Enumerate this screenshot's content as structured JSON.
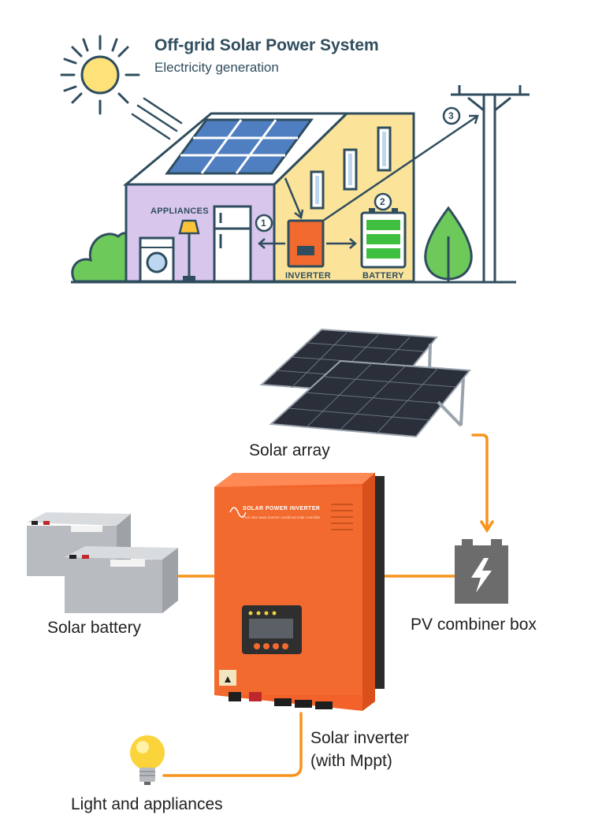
{
  "header": {
    "title": "Off-grid Solar Power System",
    "subtitle": "Electricity generation"
  },
  "house_labels": {
    "appliances": "APPLIANCES",
    "inverter": "INVERTER",
    "battery": "BATTERY",
    "step1": "1",
    "step2": "2",
    "step3": "3"
  },
  "inverter_device": {
    "brand_line": "SOLAR POWER INVERTER",
    "tagline": "Pure sine wave inverter combined solar controller"
  },
  "components": {
    "solar_array": "Solar array",
    "solar_battery": "Solar battery",
    "pv_combiner_box": "PV combiner box",
    "solar_inverter_line1": "Solar inverter",
    "solar_inverter_line2": "(with Mppt)",
    "light_appliances": "Light and appliances"
  },
  "colors": {
    "outline": "#2f4d5e",
    "wire_orange": "#f7941d",
    "inverter_orange": "#f26a2e",
    "appliance_wall": "#d9c6ec",
    "inverter_wall": "#fbe39a",
    "battery_green": "#3fbf3f",
    "tree_green": "#6dc95a"
  }
}
